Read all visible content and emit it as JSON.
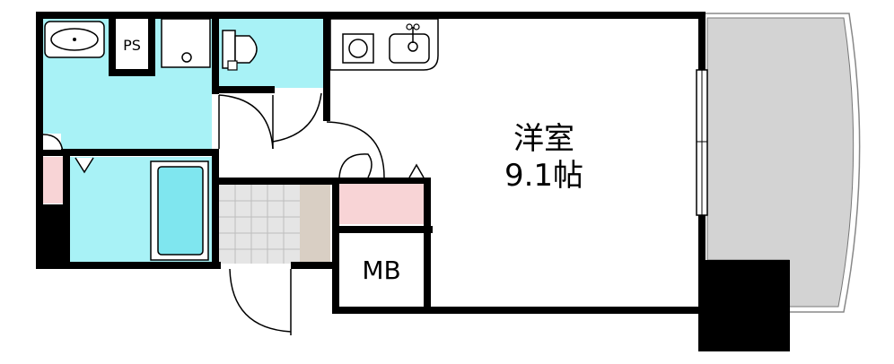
{
  "rooms": {
    "western_room_name": "洋室",
    "western_room_size": "9.1帖",
    "mb_label": "MB",
    "ps_label": "PS"
  },
  "colors": {
    "wet_area": "#a8f2f6",
    "tub": "#7fe6ef",
    "storage": "#f8d4d6",
    "balcony": "#d3d3d3",
    "entrance_tile": "#e5e5e5",
    "step": "#d9cfc4",
    "wall": "#000000"
  },
  "icons": [
    "washbasin-icon",
    "toilet-icon",
    "sink-icon",
    "stove-icon",
    "washer-drain-icon",
    "bathtub-icon",
    "door-swing-icon"
  ]
}
